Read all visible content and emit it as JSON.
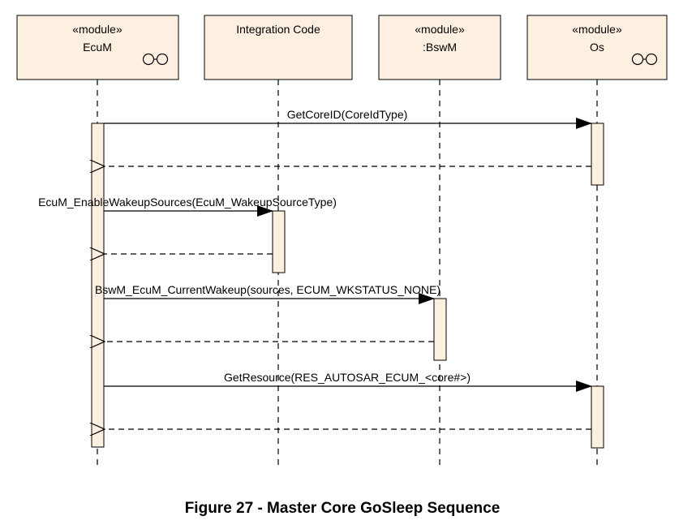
{
  "participants": [
    {
      "stereotype": "«module»",
      "name": "EcuM",
      "component_icon": true
    },
    {
      "stereotype": "",
      "name": "Integration Code",
      "component_icon": false
    },
    {
      "stereotype": "«module»",
      "name": ":BswM",
      "component_icon": false
    },
    {
      "stereotype": "«module»",
      "name": "Os",
      "component_icon": true
    }
  ],
  "messages": [
    {
      "label": "GetCoreID(CoreIdType)",
      "from": 0,
      "to": 3,
      "return": true
    },
    {
      "label": "EcuM_EnableWakeupSources(EcuM_WakeupSourceType)",
      "from": 0,
      "to": 1,
      "return": true
    },
    {
      "label": "BswM_EcuM_CurrentWakeup(sources, ECUM_WKSTATUS_NONE)",
      "from": 0,
      "to": 2,
      "return": true
    },
    {
      "label": "GetResource(RES_AUTOSAR_ECUM_<core#>)",
      "from": 0,
      "to": 3,
      "return": true
    }
  ],
  "caption": "Figure 27 - Master Core GoSleep Sequence",
  "colors": {
    "box_fill": "#fdf0e1",
    "line": "#000000"
  }
}
